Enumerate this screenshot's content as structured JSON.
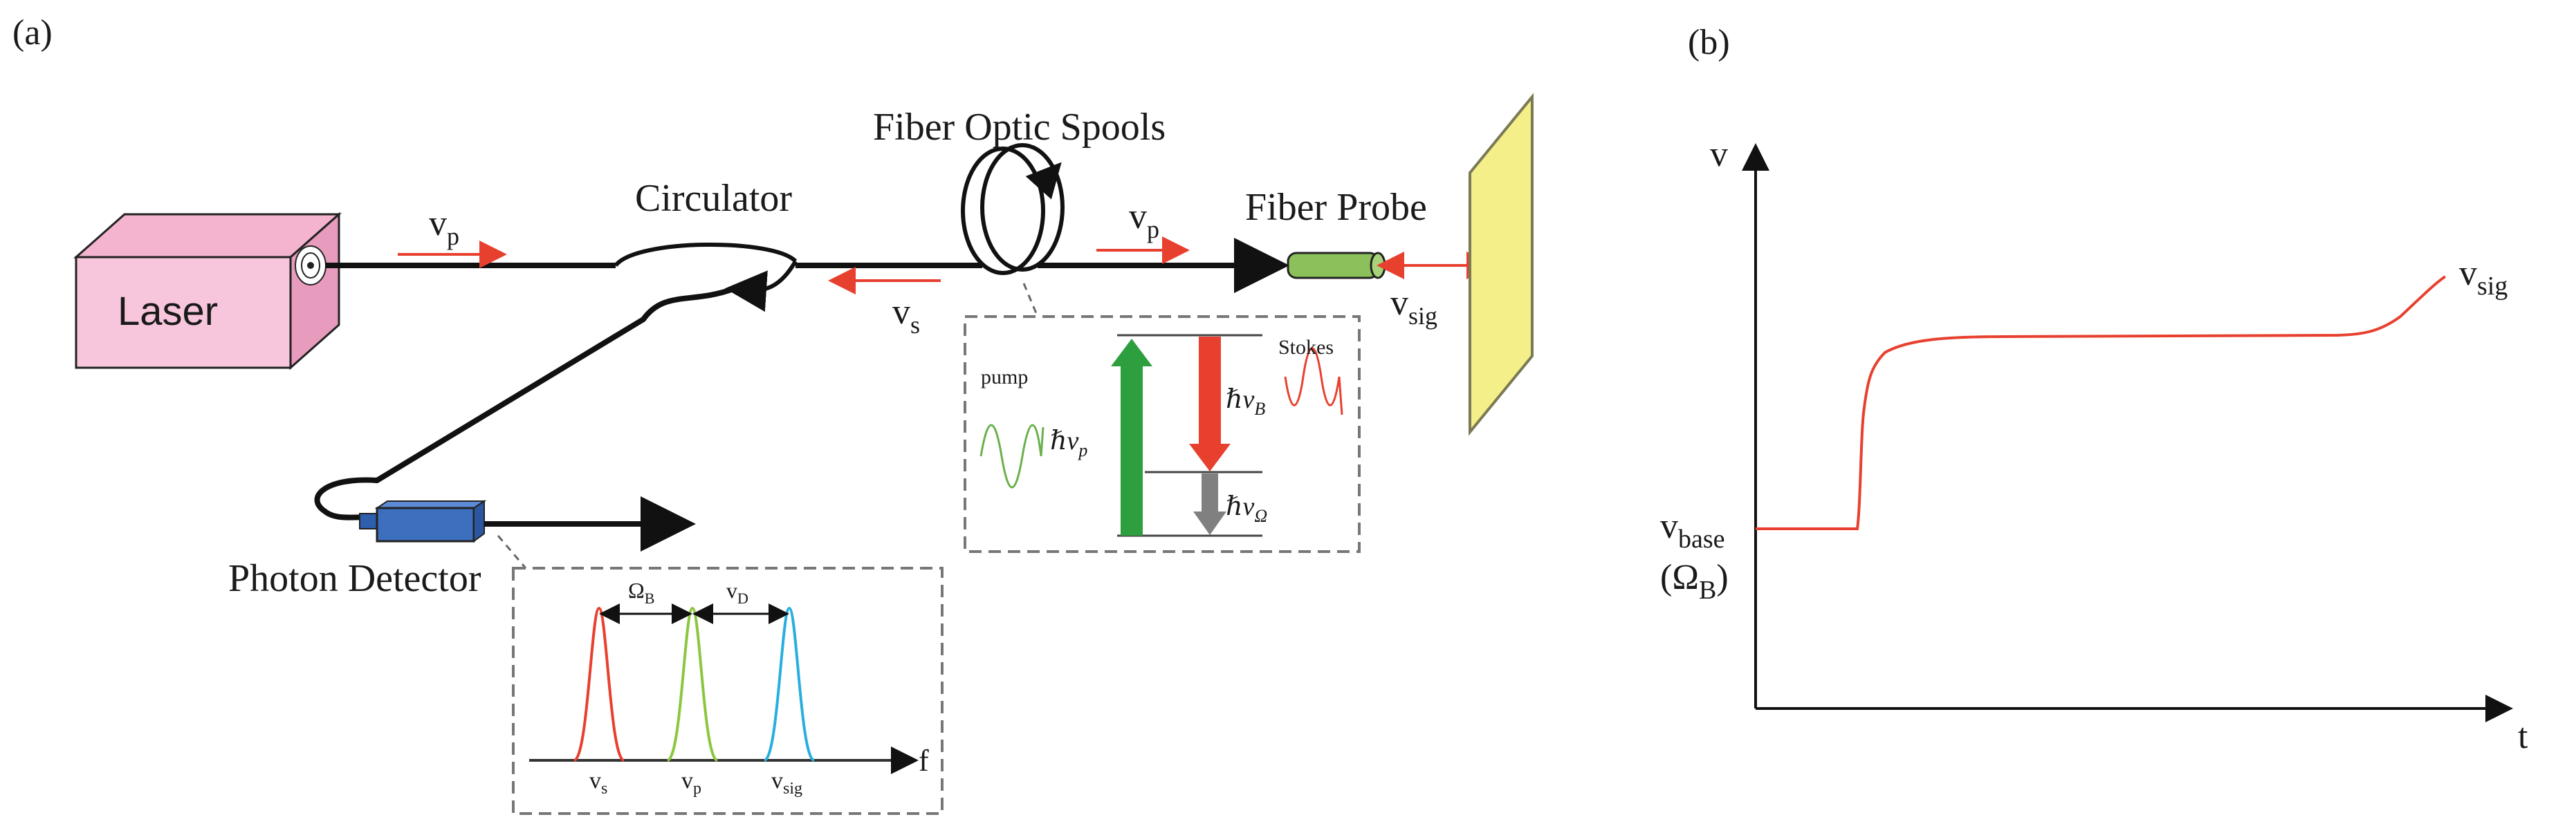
{
  "panels": {
    "a_label": "(a)",
    "b_label": "(b)"
  },
  "setup": {
    "laser": "Laser",
    "circulator": "Circulator",
    "spools": "Fiber Optic Spools",
    "probe": "Fiber Probe",
    "detector": "Photon Detector",
    "nu_p_left": "v",
    "nu_p_left_sub": "p",
    "nu_p_right": "v",
    "nu_p_right_sub": "p",
    "nu_s": "v",
    "nu_s_sub": "s",
    "nu_sig": "v",
    "nu_sig_sub": "sig"
  },
  "energy_inset": {
    "pump": "pump",
    "stokes": "Stokes",
    "hnu_p": "ℏv",
    "hnu_p_sub": "p",
    "hnu_b": "ℏv",
    "hnu_b_sub": "B",
    "hnu_omega": "ℏv",
    "hnu_omega_sub": "Ω"
  },
  "spectrum_inset": {
    "omega_b": "Ω",
    "omega_b_sub": "B",
    "nu_d": "v",
    "nu_d_sub": "D",
    "peak1": "v",
    "peak1_sub": "s",
    "peak2": "v",
    "peak2_sub": "p",
    "peak3": "v",
    "peak3_sub": "sig",
    "axis_f": "f"
  },
  "plot": {
    "y_axis": "v",
    "x_axis": "t",
    "base": "v",
    "base_sub": "base",
    "base2": "(Ω",
    "base2_sub": "B",
    "base2_close": ")",
    "sig": "v",
    "sig_sub": "sig"
  },
  "colors": {
    "red": "#e8402f",
    "green": "#2e9f3e",
    "lime": "#8cc63f",
    "cyan": "#29aee0",
    "laser_fill": "#f8c6dc",
    "probe_fill": "#8cc05a",
    "mirror_fill": "#f5ef8a",
    "detector_fill": "#3d6fbf"
  }
}
